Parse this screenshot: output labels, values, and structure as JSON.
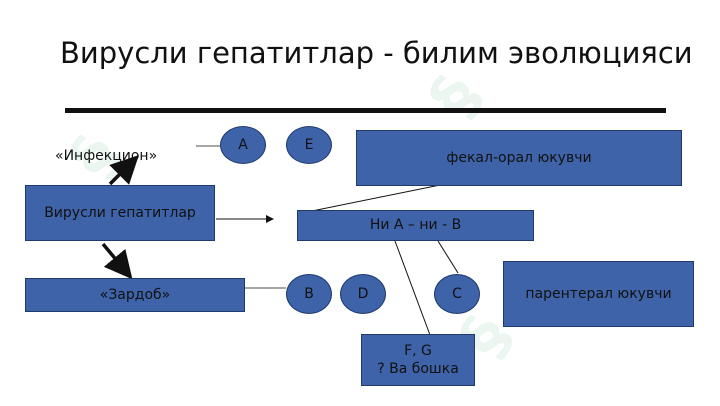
{
  "title": "Вирусли гепатитлар  - билим эволюцияси",
  "labels": {
    "infection": "«Инфекцион»"
  },
  "boxes": {
    "viral_hepatitis": "Вирусли гепатитлар",
    "serum": "«Зардоб»",
    "fecal_oral": "фекал-орал юкувчи",
    "neither_a_nor_b": "Ни А – ни - В",
    "parenteral": "парентерал юкувчи",
    "fg_line1": "F, G",
    "fg_line2": "? Ва бошка"
  },
  "ovals": {
    "a": "A",
    "e": "E",
    "b": "B",
    "d": "D",
    "c": "C"
  },
  "colors": {
    "box_fill": "#3f63a8",
    "box_border": "#1f3a6e",
    "watermark": "#d9efe2"
  }
}
